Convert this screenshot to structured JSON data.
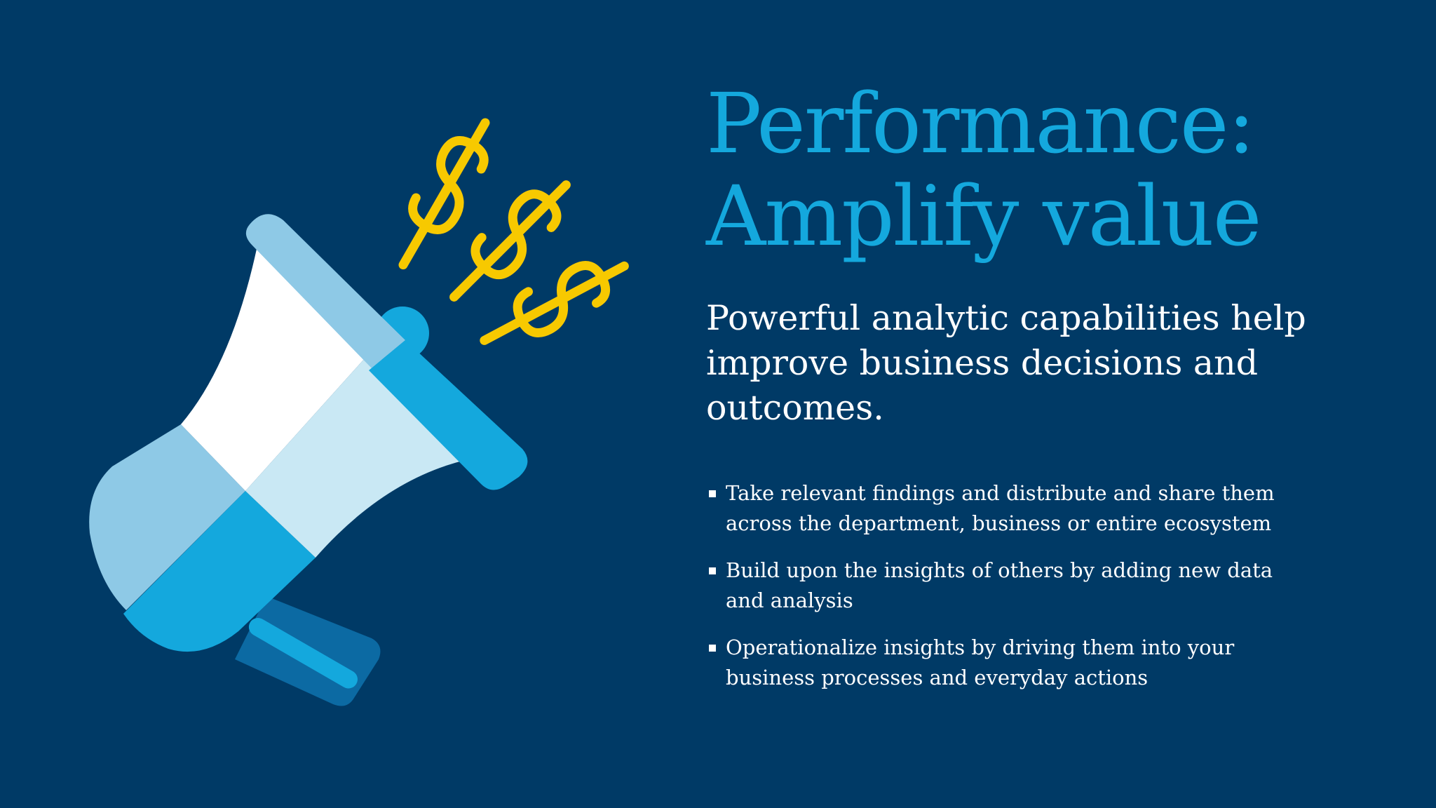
{
  "title": {
    "line1": "Performance:",
    "line2": "Amplify value"
  },
  "subtitle": "Powerful analytic capabilities help improve business decisions and outcomes.",
  "bullets": [
    "Take relevant findings and distribute and share them across the department, business or entire ecosystem",
    "Build upon the insights of others by adding new data and analysis",
    "Operationalize insights by driving them into your business processes and everyday actions"
  ],
  "illustration": {
    "icon": "megaphone-icon",
    "symbols": "dollar-sign-icon",
    "colors": {
      "background": "#003a66",
      "accent_blue": "#14a8dd",
      "light_blue": "#8ec9e6",
      "pale_blue": "#c9e8f4",
      "dark_blue": "#0c6aa3",
      "white": "#ffffff",
      "dollar_yellow": "#f7c900"
    }
  }
}
